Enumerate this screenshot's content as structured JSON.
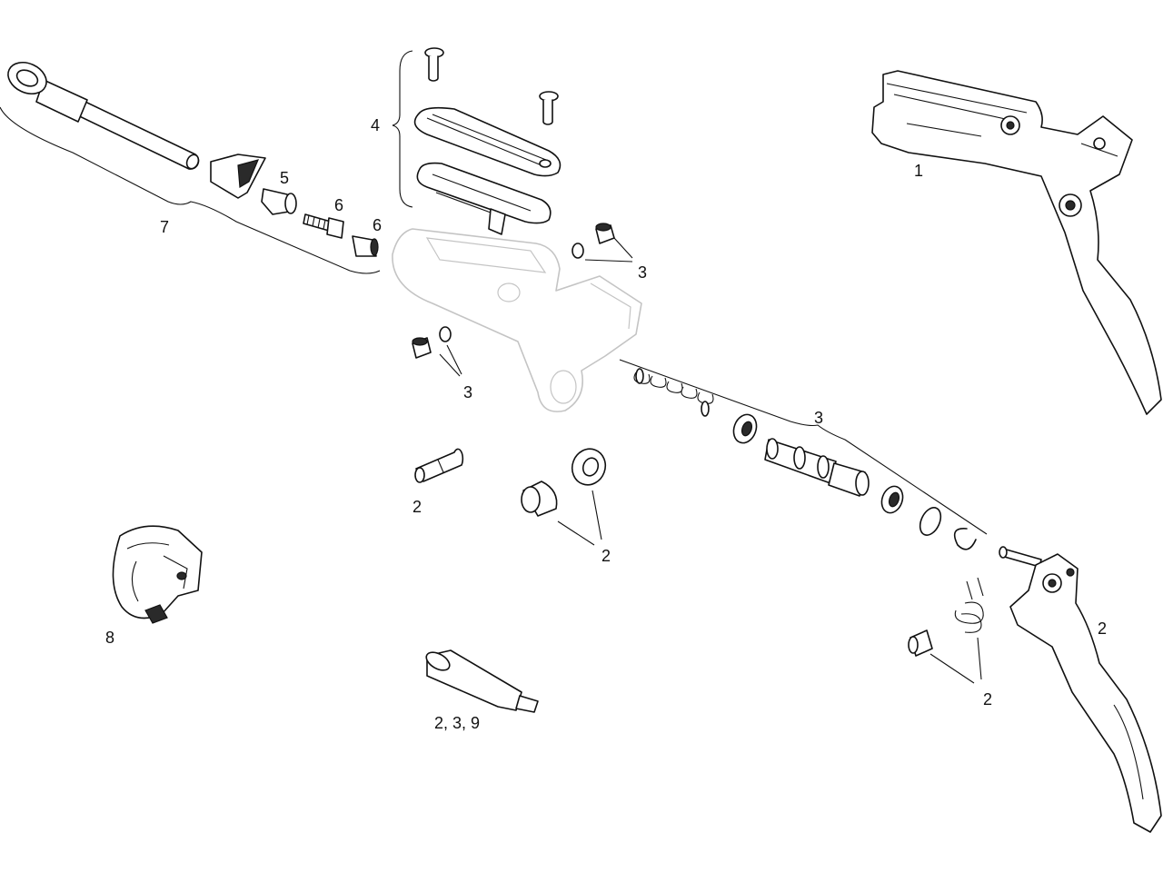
{
  "callouts": {
    "c1": "1",
    "c2_pin": "2",
    "c2_bushings": "2",
    "c2_lever": "2",
    "c2_spring": "2",
    "c2_tool": "2, 3, 9",
    "c3_top": "3",
    "c3_left": "3",
    "c3_piston": "3",
    "c4": "4",
    "c5": "5",
    "c6_bolt": "6",
    "c6_nut": "6",
    "c7": "7",
    "c8": "8"
  },
  "colors": {
    "line": "#111111",
    "ghost": "#c4c4c4",
    "background": "#ffffff"
  }
}
